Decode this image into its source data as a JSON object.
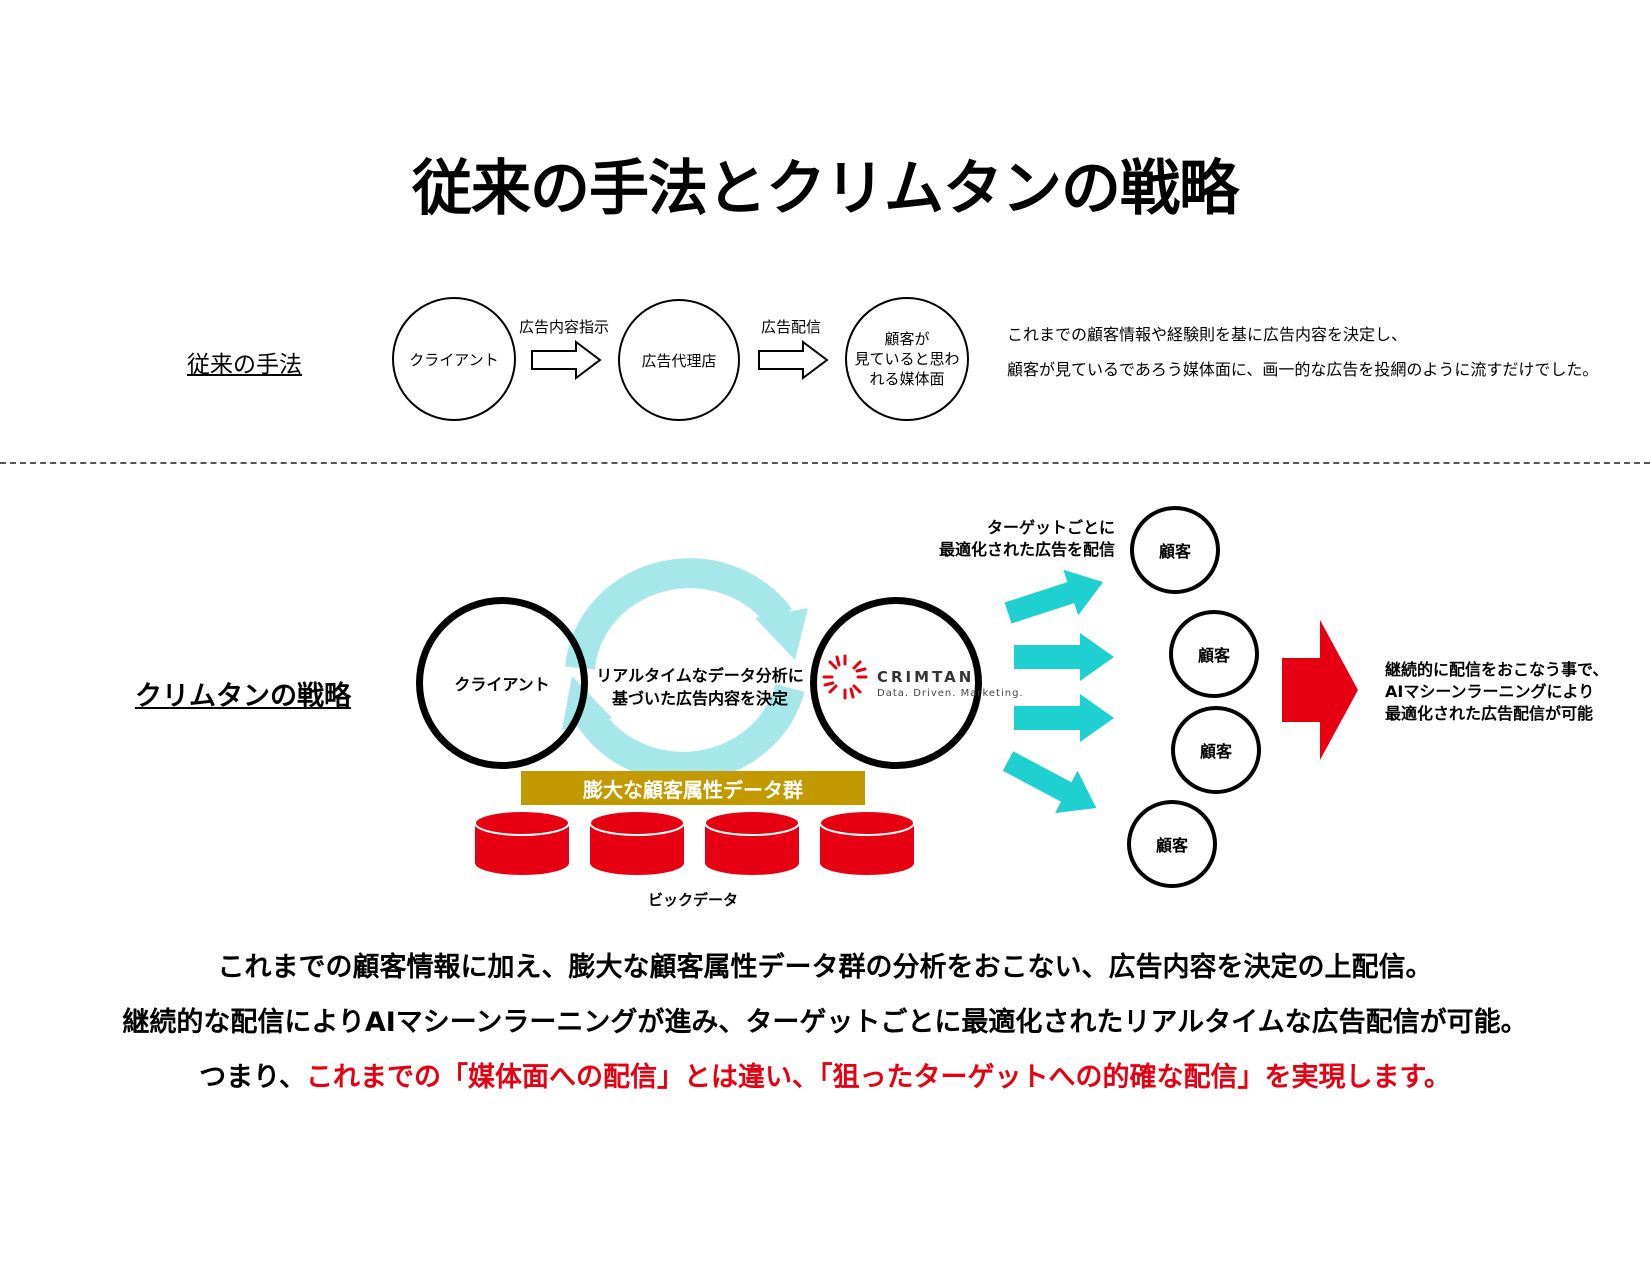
{
  "title": "従来の手法とクリムタンの戦略",
  "traditional": {
    "label": "従来の手法",
    "nodes": [
      "クライアント",
      "広告代理店",
      "顧客が\n見ていると思わ\nれる媒体面"
    ],
    "arrow1_label": "広告内容指示",
    "arrow2_label": "広告配信",
    "desc_line1": "これまでの顧客情報や経験則を基に広告内容を決定し、",
    "desc_line2": "顧客が見ているであろう媒体面に、画一的な広告を投網のように流すだけでした。"
  },
  "crimtan": {
    "label": "クリムタンの戦略",
    "client": "クライアント",
    "cycle_line1": "リアルタイムなデータ分析に",
    "cycle_line2": "基づいた広告内容を決定",
    "logo_name": "CRIMTAN",
    "logo_tagline": "Data. Driven. Marketing.",
    "data_bar": "膨大な顧客属性データ群",
    "big_data": "ビックデータ",
    "target_line1": "ターゲットごとに",
    "target_line2": "最適化された広告を配信",
    "customers": [
      "顧客",
      "顧客",
      "顧客",
      "顧客"
    ],
    "result_line1": "継続的に配信をおこなう事で、",
    "result_line2": "AIマシーンラーニングにより",
    "result_line3": "最適化された広告配信が可能"
  },
  "summary": {
    "line1": "これまでの顧客情報に加え、膨大な顧客属性データ群の分析をおこない、広告内容を決定の上配信。",
    "line2": "継続的な配信によりAIマシーンラーニングが進み、ターゲットごとに最適化されたリアルタイムな広告配信が可能。",
    "line3_prefix": "つまり、",
    "line3_highlight": "これまでの「媒体面への配信」とは違い、「狙ったターゲットへの的確な配信」を実現します。"
  },
  "colors": {
    "accent_red": "#e60012",
    "cyan_arrow": "#1fd0d0",
    "cycle_light": "#a6e8ea",
    "data_bar": "#c29a00",
    "database": "#e60012"
  }
}
